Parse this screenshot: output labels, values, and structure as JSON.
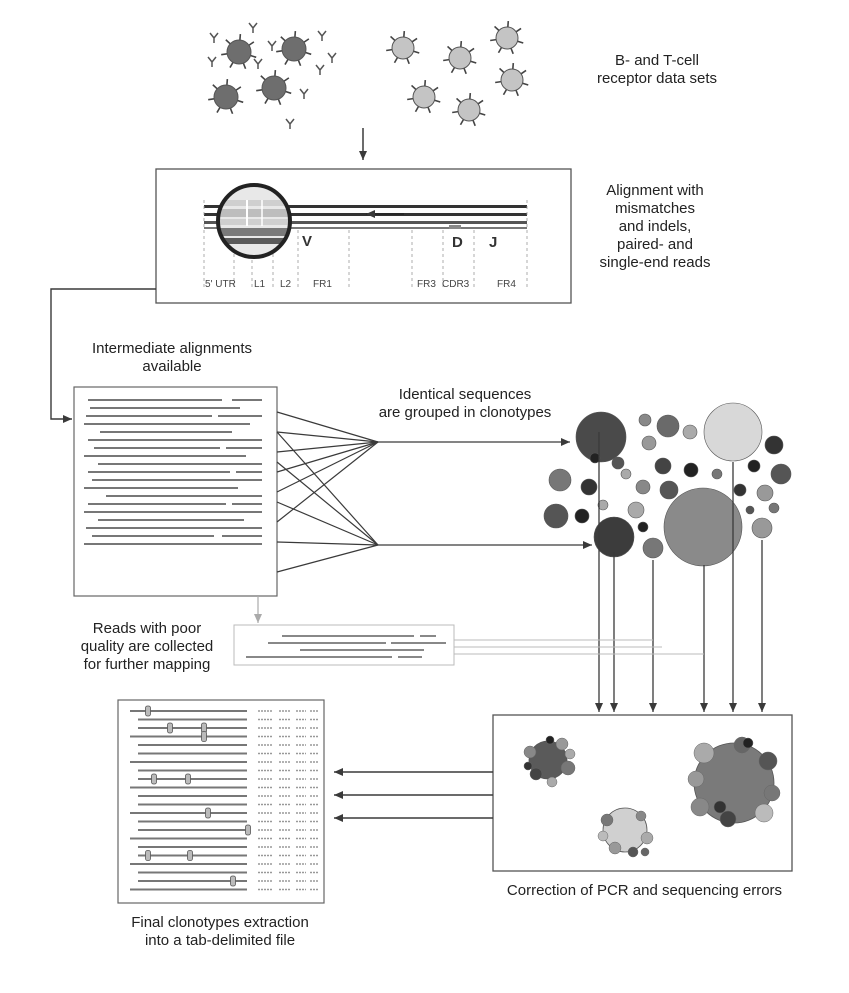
{
  "captions": {
    "datasets": "B- and T-cell\nreceptor data sets",
    "alignment": "Alignment with\nmismatches\nand indels,\npaired- and\nsingle-end reads",
    "intermediate": "Intermediate alignments\navailable",
    "grouped": "Identical sequences\nare grouped in clonotypes",
    "poor_quality": "Reads with poor\nquality are collected\nfor further mapping",
    "correction": "Correction of PCR and sequencing errors",
    "final": "Final clonotypes extraction\ninto a tab-delimited file"
  },
  "gene_segments": {
    "v": "V",
    "d": "D",
    "j": "J"
  },
  "regions": [
    "5' UTR",
    "L1",
    "L2",
    "FR1",
    "FR3",
    "CDR3",
    "FR4"
  ],
  "colors": {
    "line": "#3a3a3a",
    "dark_cell": "#6e6e6e",
    "light_cell": "#c4c4c4"
  }
}
